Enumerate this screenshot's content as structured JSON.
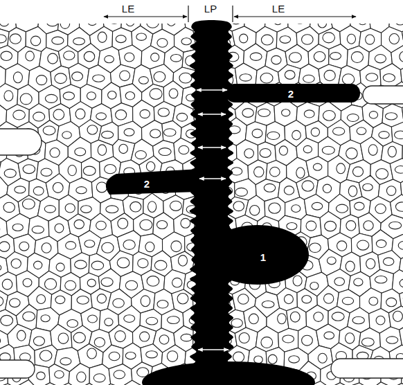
{
  "diagram": {
    "labels": [
      "LE",
      "LP",
      "LE",
      "2",
      "2",
      "1"
    ]
  }
}
